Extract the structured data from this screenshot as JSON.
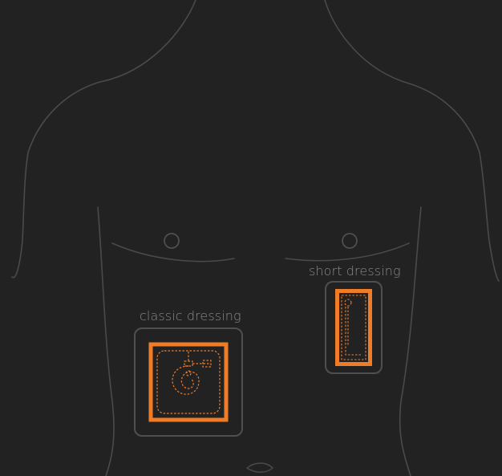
{
  "placements": [
    {
      "id": "classic",
      "label": "classic dressing"
    },
    {
      "id": "short",
      "label": "short dressing"
    }
  ],
  "colors": {
    "background": "#222222",
    "outline": "#4a4a4a",
    "zone_border": "#4f4f4f",
    "label": "#8a8a8a",
    "accent": "#f07c28"
  }
}
